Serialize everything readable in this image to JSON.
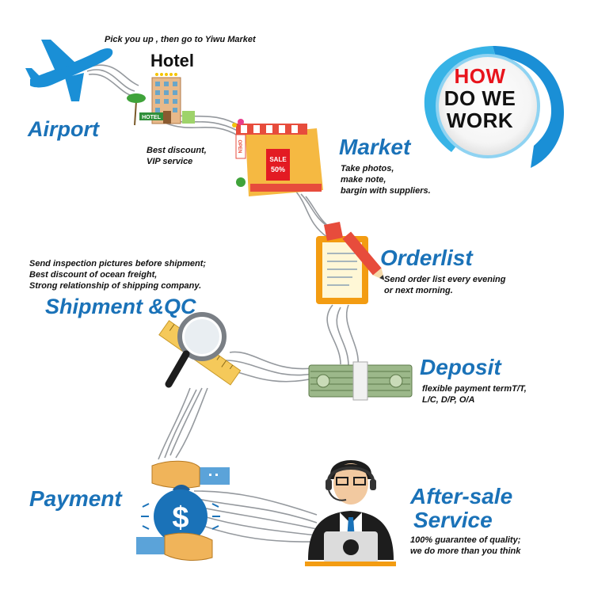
{
  "badge": {
    "line1": "HOW",
    "line2": "DO WE",
    "line3": "WORK",
    "line1_color": "#e8141c",
    "line_color": "#111111"
  },
  "steps": {
    "airport": {
      "title": "Airport"
    },
    "pickup_note": "Pick you up , then go to Yiwu Market",
    "hotel": {
      "title": "Hotel",
      "sign": "HOTEL",
      "note_lines": [
        "Best discount,",
        "VIP service"
      ]
    },
    "market": {
      "title": "Market",
      "sign_open": "OPEN",
      "sign_sale": "SALE",
      "sign_pct": "50%",
      "note_lines": [
        "Take photos,",
        "make note,",
        "bargin with suppliers."
      ]
    },
    "orderlist": {
      "title": "Orderlist",
      "note_lines": [
        "Send order list every evening",
        "or next morning."
      ]
    },
    "shipment": {
      "title": "Shipment &QC",
      "note_lines": [
        "Send inspection pictures before shipment;",
        "Best discount of ocean freight,",
        "Strong relationship of shipping company."
      ]
    },
    "deposit": {
      "title": "Deposit",
      "note_lines": [
        "flexible payment termT/T,",
        "L/C, D/P, O/A"
      ]
    },
    "payment": {
      "title": "Payment",
      "symbol": "$"
    },
    "aftersale": {
      "title_line1": "After-sale",
      "title_line2": "Service",
      "note_lines": [
        "100% guarantee of quality;",
        "we do more than you think"
      ]
    }
  },
  "colors": {
    "title_blue": "#1a72b8",
    "plane_blue": "#1a8fd6",
    "wire_gray": "#8a8f94",
    "accent_orange": "#f39c12",
    "money_green": "#7a9a5a"
  },
  "icons": [
    "airplane-icon",
    "hotel-icon",
    "market-icon",
    "orderlist-icon",
    "magnifier-ruler-icon",
    "money-stack-icon",
    "money-bag-hands-icon",
    "support-agent-icon"
  ]
}
